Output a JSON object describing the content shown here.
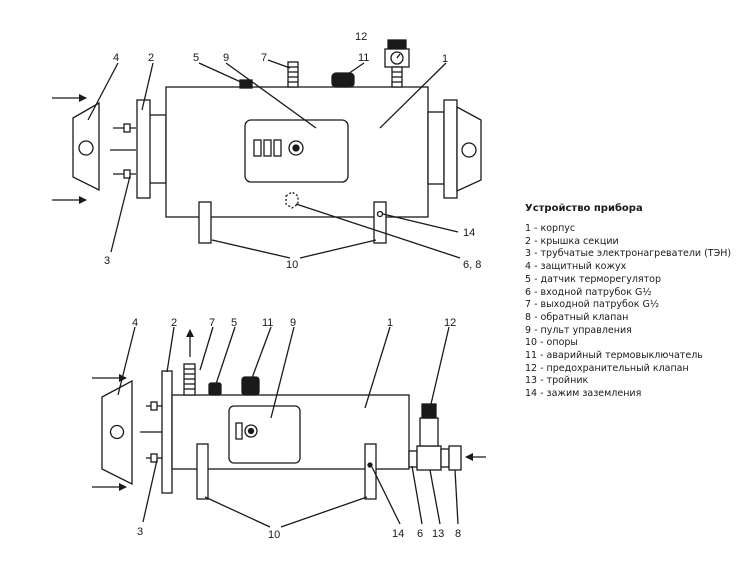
{
  "legend": {
    "title": "Устройство прибора",
    "items": [
      "1 - корпус",
      "2 - крышка секции",
      "3 - трубчатые электронагреватели (ТЭН)",
      "4 - защитный кожух",
      "5 - датчик терморегулятор",
      "6 - входной патрубок G½",
      "7 - выходной патрубок G½",
      "8 - обратный клапан",
      "9 - пульт управления",
      "10 - опоры",
      "11 - аварийный термовыключатель",
      "12 - предохранительный клапан",
      "13 - тройник",
      "14 - зажим заземления"
    ]
  },
  "top_view": {
    "labels": {
      "n1": "1",
      "n2": "2",
      "n3": "3",
      "n4": "4",
      "n5": "5",
      "n7": "7",
      "n9": "9",
      "n10": "10",
      "n11": "11",
      "n12": "12",
      "n14": "14",
      "n68": "6, 8"
    }
  },
  "bottom_view": {
    "labels": {
      "n1": "1",
      "n2": "2",
      "n3": "3",
      "n4": "4",
      "n5": "5",
      "n6": "6",
      "n7": "7",
      "n8": "8",
      "n9": "9",
      "n10": "10",
      "n11": "11",
      "n12": "12",
      "n13": "13",
      "n14": "14"
    }
  }
}
